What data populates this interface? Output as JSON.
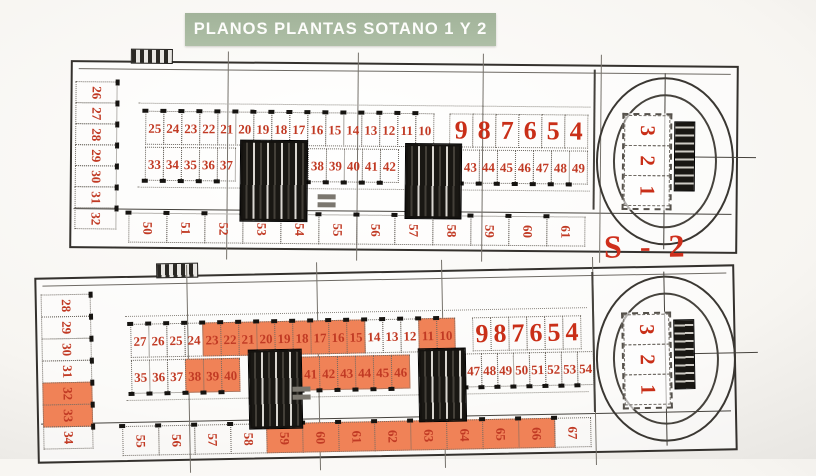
{
  "banner": {
    "title": "PLANOS PLANTAS SOTANO 1 Y 2"
  },
  "labels": {
    "level_tag": "S - 2"
  },
  "colors": {
    "banner_green": "#a8baa1",
    "stall_red": "#c13a24",
    "highlight_orange": "#f08257",
    "ink": "#34312d"
  },
  "plan_s1": {
    "left_column": [
      "26",
      "27",
      "28",
      "29",
      "30",
      "31",
      "32"
    ],
    "top_row_small": [
      "25",
      "24",
      "23",
      "22",
      "21",
      "20",
      "19",
      "18",
      "17",
      "16",
      "15",
      "14",
      "13",
      "12",
      "11",
      "10"
    ],
    "top_row_big": [
      "9",
      "8",
      "7",
      "6",
      "5",
      "4"
    ],
    "mid_row_a": [
      "33",
      "34",
      "35",
      "36",
      "37"
    ],
    "mid_row_b": [
      "38",
      "39",
      "40",
      "41",
      "42"
    ],
    "mid_row_c": [
      "43",
      "44",
      "45",
      "46",
      "47",
      "48",
      "49"
    ],
    "bottom_row": [
      "50",
      "51",
      "52",
      "53",
      "54",
      "55",
      "56",
      "57",
      "58",
      "59",
      "60",
      "61"
    ],
    "ramp_stalls": [
      "3",
      "2",
      "1"
    ]
  },
  "plan_s2": {
    "left_column": [
      {
        "t": "28"
      },
      {
        "t": "29"
      },
      {
        "t": "30"
      },
      {
        "t": "31"
      },
      {
        "t": "32",
        "hl": true
      },
      {
        "t": "33",
        "hl": true
      },
      {
        "t": "34"
      }
    ],
    "top_row_small": [
      {
        "t": "27"
      },
      {
        "t": "26"
      },
      {
        "t": "25"
      },
      {
        "t": "24"
      },
      {
        "t": "23",
        "hl": true
      },
      {
        "t": "22",
        "hl": true
      },
      {
        "t": "21",
        "hl": true
      },
      {
        "t": "20",
        "hl": true
      },
      {
        "t": "19",
        "hl": true
      },
      {
        "t": "18",
        "hl": true
      },
      {
        "t": "17",
        "hl": true
      },
      {
        "t": "16",
        "hl": true
      },
      {
        "t": "15",
        "hl": true
      },
      {
        "t": "14"
      },
      {
        "t": "13"
      },
      {
        "t": "12"
      },
      {
        "t": "11",
        "hl": true
      },
      {
        "t": "10",
        "hl": true
      }
    ],
    "top_row_big": [
      {
        "t": "9"
      },
      {
        "t": "8"
      },
      {
        "t": "7"
      },
      {
        "t": "6"
      },
      {
        "t": "5"
      },
      {
        "t": "4"
      }
    ],
    "mid_row_a": [
      {
        "t": "35"
      },
      {
        "t": "36"
      },
      {
        "t": "37"
      },
      {
        "t": "38",
        "hl": true
      },
      {
        "t": "39",
        "hl": true
      },
      {
        "t": "40",
        "hl": true
      }
    ],
    "mid_row_b": [
      {
        "t": "41",
        "hl": true
      },
      {
        "t": "42",
        "hl": true
      },
      {
        "t": "43",
        "hl": true
      },
      {
        "t": "44",
        "hl": true
      },
      {
        "t": "45",
        "hl": true
      },
      {
        "t": "46",
        "hl": true
      }
    ],
    "mid_row_c": [
      {
        "t": "47"
      },
      {
        "t": "48"
      },
      {
        "t": "49"
      },
      {
        "t": "50"
      },
      {
        "t": "51"
      },
      {
        "t": "52"
      },
      {
        "t": "53"
      },
      {
        "t": "54"
      }
    ],
    "bottom_row": [
      {
        "t": "55"
      },
      {
        "t": "56"
      },
      {
        "t": "57"
      },
      {
        "t": "58"
      },
      {
        "t": "59",
        "hl": true
      },
      {
        "t": "60",
        "hl": true
      },
      {
        "t": "61",
        "hl": true
      },
      {
        "t": "62",
        "hl": true
      },
      {
        "t": "63",
        "hl": true
      },
      {
        "t": "64",
        "hl": true
      },
      {
        "t": "65",
        "hl": true
      },
      {
        "t": "66",
        "hl": true
      },
      {
        "t": "67"
      }
    ],
    "ramp_stalls": [
      {
        "t": "3"
      },
      {
        "t": "2"
      },
      {
        "t": "1"
      }
    ]
  }
}
